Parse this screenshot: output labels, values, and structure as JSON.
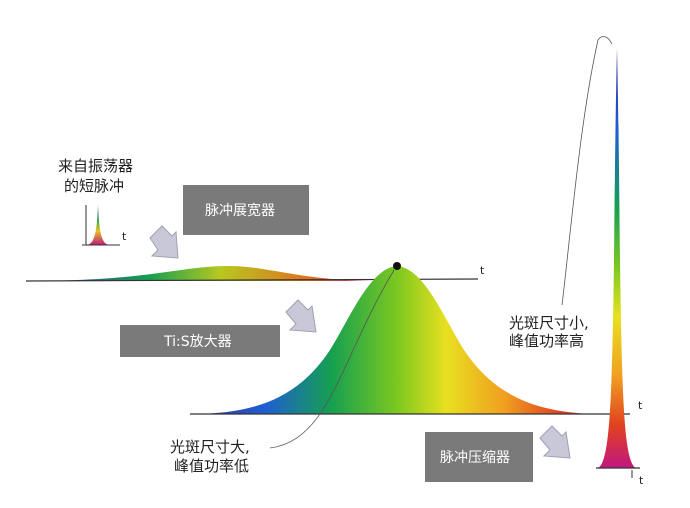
{
  "oscillator_label": [
    "来自振荡器",
    "的短脉冲"
  ],
  "stages": {
    "stretcher": "脉冲展宽器",
    "amplifier": "Ti:S放大器",
    "compressor": "脉冲压缩器"
  },
  "notes": {
    "amplified": [
      "光斑尺寸大,",
      "峰值功率低"
    ],
    "compressed": [
      "光斑尺寸小,",
      "峰值功率高"
    ]
  },
  "axis_label": "t",
  "colors": {
    "box_fill": "#7a7a7a",
    "arrow_fill": "#c8c8d8",
    "spectrum": [
      "#3a2a9a",
      "#1e5fd0",
      "#16a050",
      "#7cc820",
      "#e8e020",
      "#f0a020",
      "#e04020",
      "#c01880"
    ]
  }
}
